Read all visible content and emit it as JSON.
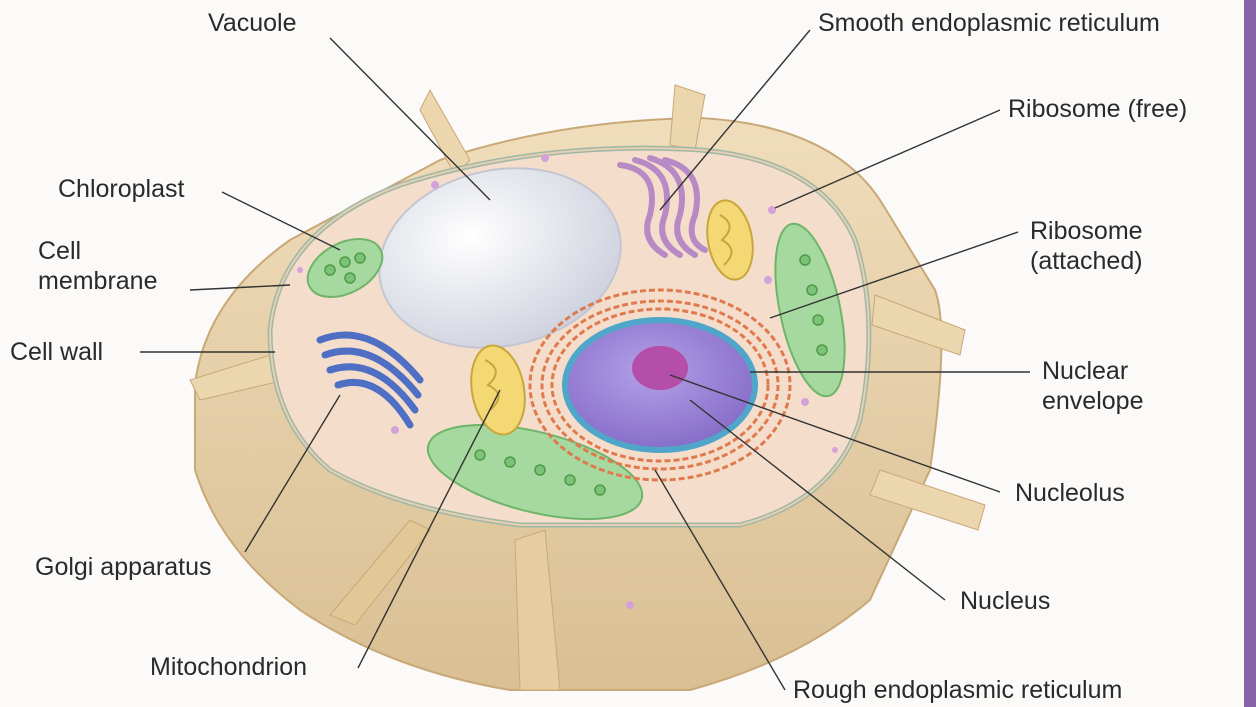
{
  "labels": {
    "vacuole": "Vacuole",
    "smooth_er": "Smooth endoplasmic reticulum",
    "ribosome_free": "Ribosome (free)",
    "chloroplast": "Chloroplast",
    "cell_membrane": [
      "Cell",
      "membrane"
    ],
    "ribosome_attached": [
      "Ribosome",
      "(attached)"
    ],
    "cell_wall": "Cell wall",
    "nuclear_envelope": [
      "Nuclear",
      "envelope"
    ],
    "nucleolus": "Nucleolus",
    "golgi": "Golgi apparatus",
    "nucleus": "Nucleus",
    "mitochondrion": "Mitochondrion",
    "rough_er": "Rough endoplasmic reticulum"
  },
  "colors": {
    "cell_wall": "#e9d3ac",
    "cytoplasm": "#f3dcc7",
    "vacuole": "#e4e7ef",
    "chloroplast": "#9fd59a",
    "mitochondrion": "#f3d873",
    "golgi": "#4f6fc4",
    "smooth_er": "#b78ac6",
    "rough_er": "#e07a4e",
    "nucleus": "#9a7fd6",
    "nucleolus": "#b44ea8",
    "accent_edge": "#8a62a8"
  }
}
